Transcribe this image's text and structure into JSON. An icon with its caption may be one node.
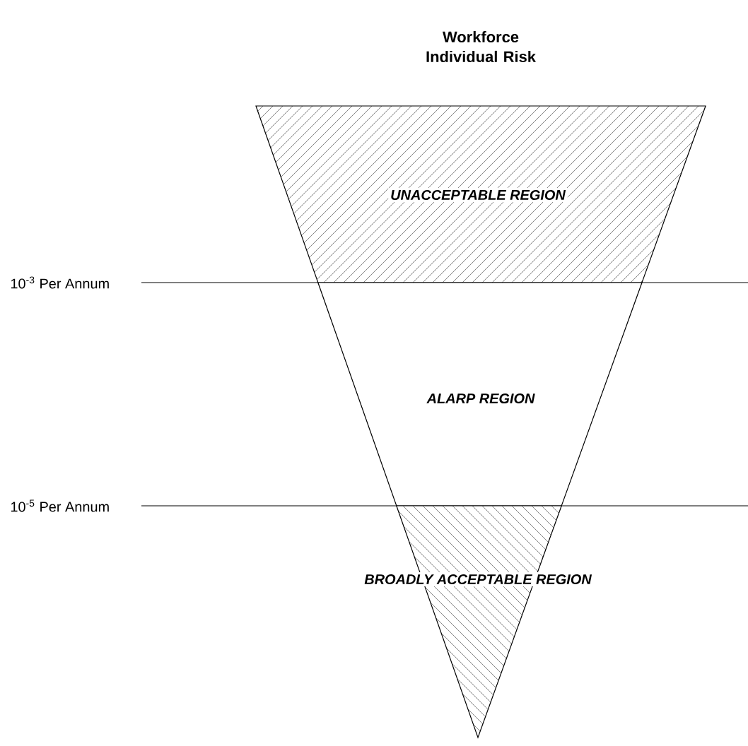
{
  "diagram": {
    "title": "Workforce Individual Risk",
    "nodes": [
      {
        "text": [
          "UNACCEPTABLE REGION"
        ]
      },
      {
        "text": [
          "ALARP REGION"
        ]
      },
      {
        "text": [
          "BROADLY ACCEPTABLE REGION"
        ]
      }
    ],
    "labels": [
      "10$^{-3}$ Per Annum",
      "10$^{-5}$ Per Annum"
    ]
  }
}
